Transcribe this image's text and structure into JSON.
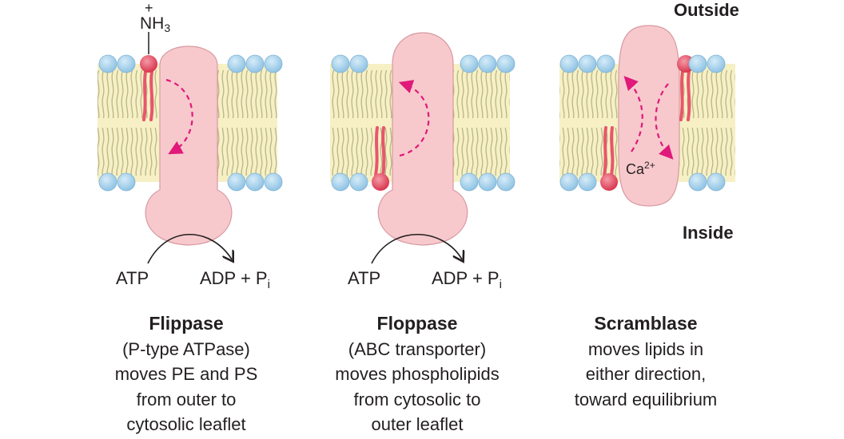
{
  "labels": {
    "outside": "Outside",
    "inside": "Inside",
    "nh3_main": "NH",
    "nh3_sub": "3",
    "nh3_plus": "+",
    "ca_main": "Ca",
    "ca_sup": "2+"
  },
  "panels": [
    {
      "id": "flippase",
      "title": "Flippase",
      "lines": [
        "(P-type ATPase)",
        "moves PE and PS",
        "from outer to",
        "cytosolic leaflet"
      ],
      "atp": "ATP",
      "adp": "ADP + P",
      "adp_sub": "i"
    },
    {
      "id": "floppase",
      "title": "Floppase",
      "lines": [
        "(ABC transporter)",
        "moves phospholipids",
        "from cytosolic to",
        "outer leaflet"
      ],
      "atp": "ATP",
      "adp": "ADP + P",
      "adp_sub": "i"
    },
    {
      "id": "scramblase",
      "title": "Scramblase",
      "lines": [
        "moves lipids in",
        "either direction,",
        "toward equilibrium"
      ]
    }
  ],
  "colors": {
    "membrane": "#f6f0c4",
    "headgroup": "#9fcdea",
    "tail": "#b8b68a",
    "protein": "#f7c9cc",
    "protein_stroke": "#d79aa2",
    "marked_lipid": "#e8566c",
    "arrow": "#e0197b"
  }
}
